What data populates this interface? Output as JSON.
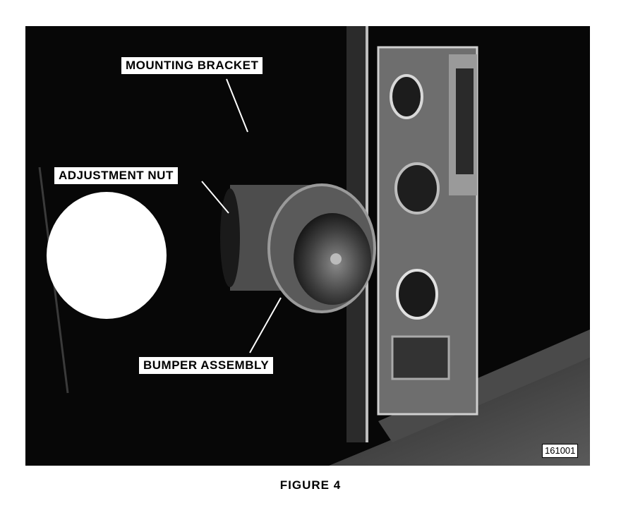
{
  "figure": {
    "labels": {
      "mounting_bracket": "MOUNTING BRACKET",
      "adjustment_nut": "ADJUSTMENT NUT",
      "bumper_assembly": "BUMPER ASSEMBLY"
    },
    "photo_id": "161001",
    "caption": "FIGURE 4"
  }
}
